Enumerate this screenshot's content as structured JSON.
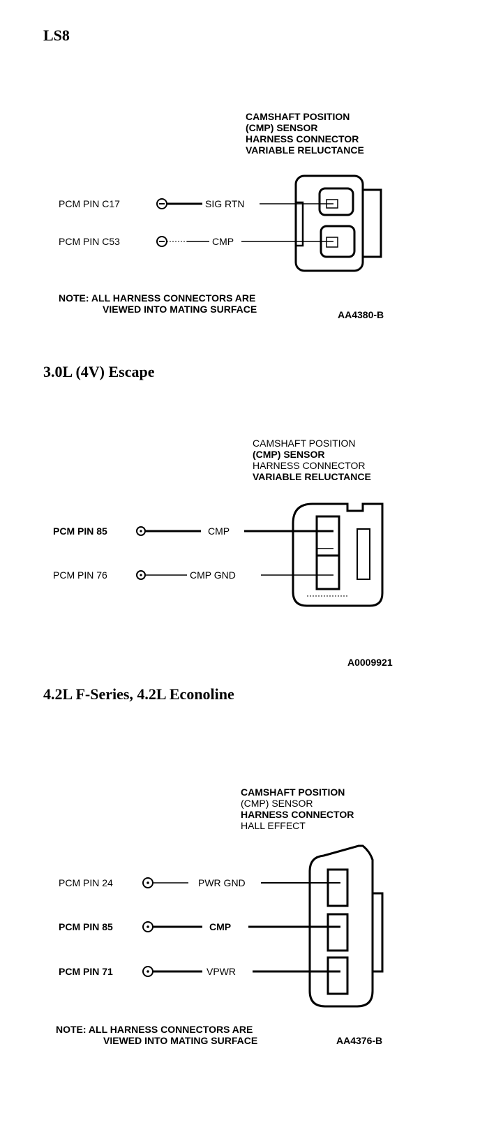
{
  "sections": [
    {
      "heading": "LS8",
      "title_lines": [
        "CAMSHAFT POSITION",
        "(CMP) SENSOR",
        "HARNESS CONNECTOR",
        "VARIABLE RELUCTANCE"
      ],
      "pins": [
        {
          "pcm": "PCM PIN C17",
          "circuit": "SIG RTN"
        },
        {
          "pcm": "PCM PIN C53",
          "circuit": "CMP"
        }
      ],
      "note_lines": [
        "NOTE: ALL HARNESS CONNECTORS ARE",
        "VIEWED INTO MATING SURFACE"
      ],
      "code": "AA4380-B"
    },
    {
      "heading": "3.0L (4V) Escape",
      "title_lines": [
        "CAMSHAFT POSITION",
        "(CMP) SENSOR",
        "HARNESS CONNECTOR",
        "VARIABLE RELUCTANCE"
      ],
      "pins": [
        {
          "pcm": "PCM PIN 85",
          "circuit": "CMP"
        },
        {
          "pcm": "PCM PIN 76",
          "circuit": "CMP GND"
        }
      ],
      "code": "A0009921"
    },
    {
      "heading": "4.2L F-Series, 4.2L Econoline",
      "title_lines": [
        "CAMSHAFT POSITION",
        "(CMP) SENSOR",
        "HARNESS CONNECTOR",
        "HALL EFFECT"
      ],
      "pins": [
        {
          "pcm": "PCM PIN 24",
          "circuit": "PWR GND"
        },
        {
          "pcm": "PCM PIN 85",
          "circuit": "CMP"
        },
        {
          "pcm": "PCM PIN 71",
          "circuit": "VPWR"
        }
      ],
      "note_lines": [
        "NOTE: ALL HARNESS CONNECTORS ARE",
        "VIEWED INTO MATING SURFACE"
      ],
      "code": "AA4376-B"
    }
  ]
}
